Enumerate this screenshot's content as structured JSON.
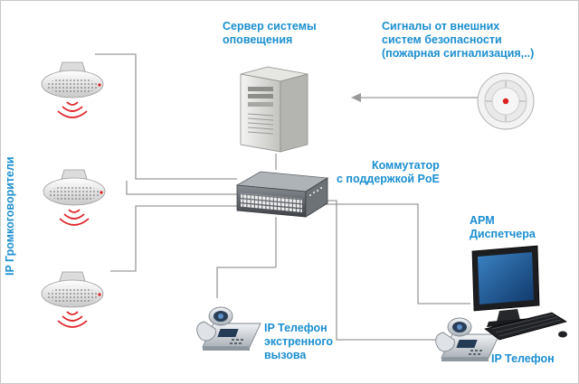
{
  "labels": {
    "server": "Сервер системы\nоповещения",
    "external_signals": "Сигналы от внешних\nсистем безопасности\n(пожарная сигнализация,..)",
    "switch": "Коммутатор\nс поддержкой PoE",
    "dispatcher": "АРМ\nДиспетчера",
    "emergency_phone": "IP Телефон\nэкстренного\nвызова",
    "ip_phone": "IP Телефон",
    "speakers": "IP Громкоговорители"
  },
  "colors": {
    "label_text": "#1a8fd0",
    "connector_line": "#9a9a9a",
    "sound_waves": "#e0242a"
  },
  "icons": {
    "server": "tower-server-icon",
    "detector": "smoke-detector-icon",
    "switch": "network-switch-icon",
    "speaker": "ceiling-speaker-icon",
    "phone": "desk-ip-phone-icon",
    "workstation": "monitor-keyboard-icon"
  }
}
